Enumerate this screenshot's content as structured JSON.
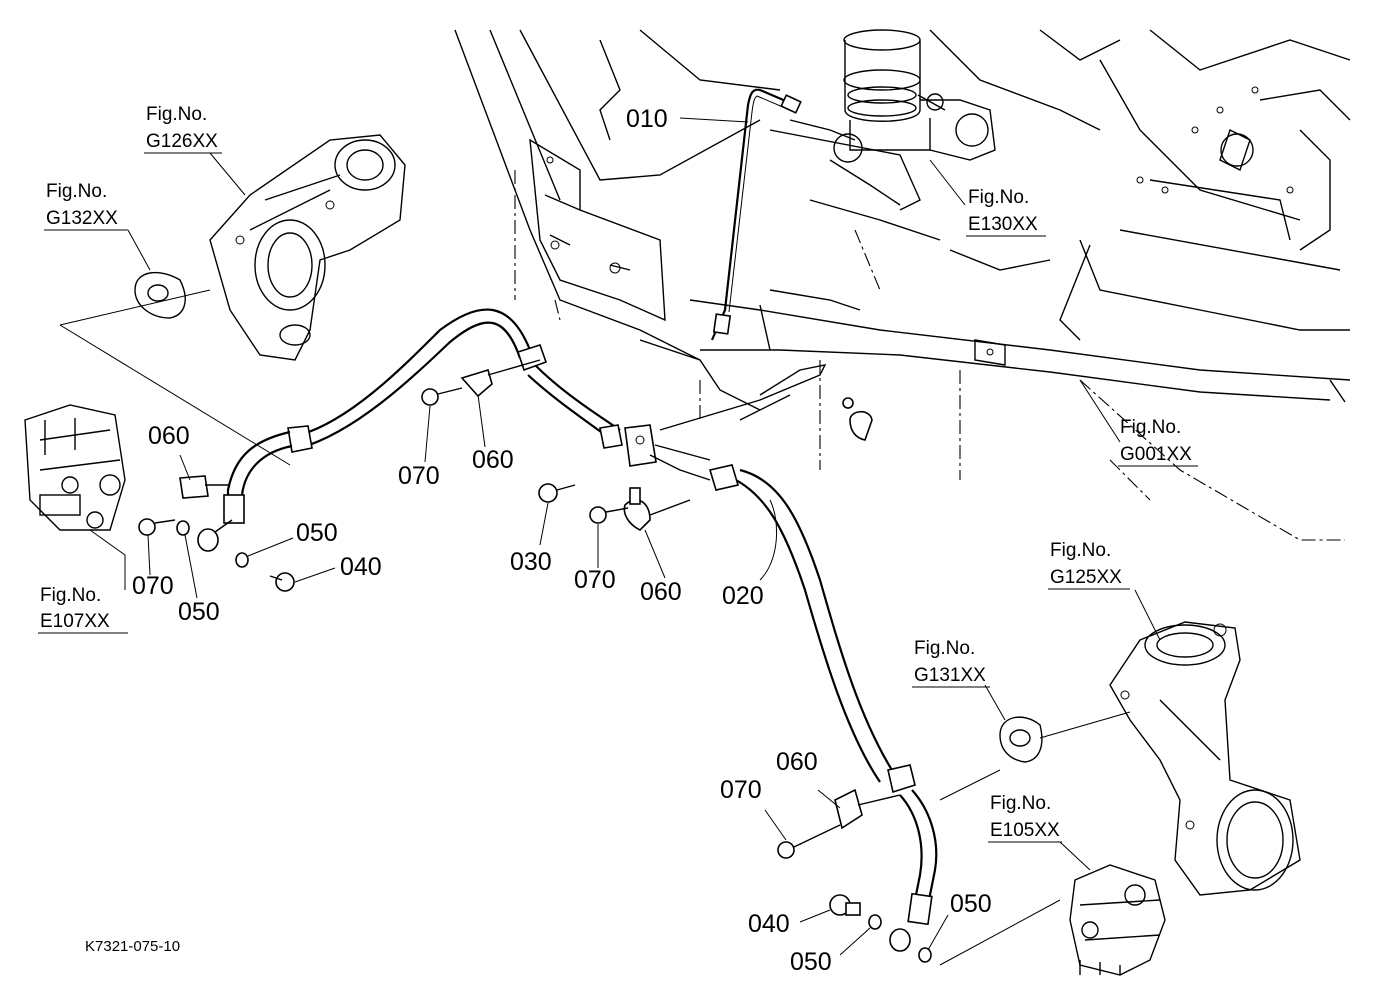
{
  "part_labels": {
    "p010": "010",
    "p020": "020",
    "p030": "030",
    "p040_a": "040",
    "p040_b": "040",
    "p050_a": "050",
    "p050_b": "050",
    "p050_c": "050",
    "p050_d": "050",
    "p060_a": "060",
    "p060_b": "060",
    "p060_c": "060",
    "p060_d": "060",
    "p070_a": "070",
    "p070_b": "070",
    "p070_c": "070",
    "p070_d": "070"
  },
  "figure_refs": {
    "g126": {
      "title": "Fig.No.",
      "code": "G126XX"
    },
    "g132": {
      "title": "Fig.No.",
      "code": "G132XX"
    },
    "e130": {
      "title": "Fig.No.",
      "code": "E130XX"
    },
    "g001": {
      "title": "Fig.No.",
      "code": "G001XX"
    },
    "e107": {
      "title": "Fig.No.",
      "code": "E107XX"
    },
    "g125": {
      "title": "Fig.No.",
      "code": "G125XX"
    },
    "g131": {
      "title": "Fig.No.",
      "code": "G131XX"
    },
    "e105": {
      "title": "Fig.No.",
      "code": "E105XX"
    }
  },
  "footer": {
    "drawing_code": "K7321-075-10"
  }
}
